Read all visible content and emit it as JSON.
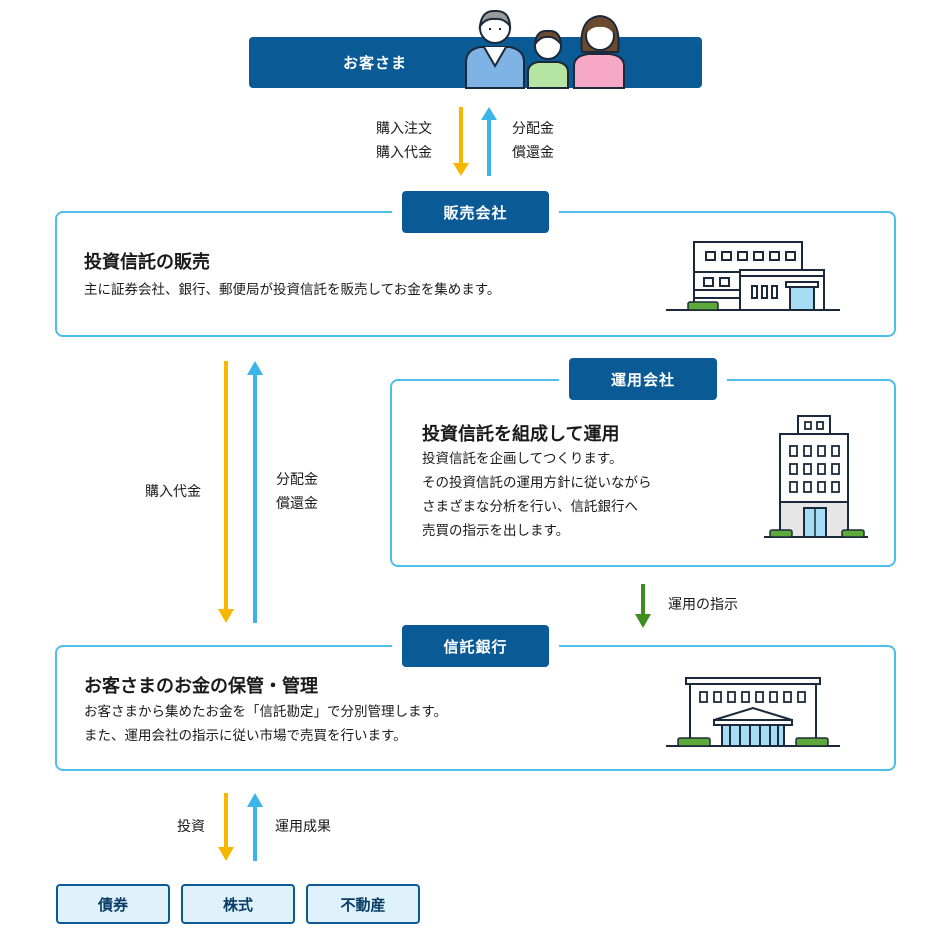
{
  "customer": {
    "label": "お客さま"
  },
  "flow_top": {
    "down_lines": [
      "購入注文",
      "購入代金"
    ],
    "up_lines": [
      "分配金",
      "償還金"
    ]
  },
  "sales": {
    "tab": "販売会社",
    "title": "投資信託の販売",
    "desc": [
      "主に証券会社、銀行、郵便局が投資信託を販売してお金を集めます。"
    ]
  },
  "flow_mid": {
    "down_label": "購入代金",
    "up_lines": [
      "分配金",
      "償還金"
    ]
  },
  "manager": {
    "tab": "運用会社",
    "title": "投資信託を組成して運用",
    "desc": [
      "投資信託を企画してつくります。",
      "その投資信託の運用方針に従いながら",
      "さまざまな分析を行い、信託銀行へ",
      "売買の指示を出します。"
    ]
  },
  "instruction": {
    "label": "運用の指示"
  },
  "trust": {
    "tab": "信託銀行",
    "title": "お客さまのお金の保管・管理",
    "desc": [
      "お客さまから集めたお金を「信託勘定」で分別管理します。",
      "また、運用会社の指示に従い市場で売買を行います。"
    ]
  },
  "flow_bottom": {
    "down_label": "投資",
    "up_label": "運用成果"
  },
  "assets": [
    "債券",
    "株式",
    "不動産"
  ],
  "colors": {
    "navy": "#0a5a96",
    "sky": "#4dbde9",
    "yellow": "#f7b600",
    "blue_arrow": "#3bb4e8",
    "green_arrow": "#3f8c1f"
  }
}
